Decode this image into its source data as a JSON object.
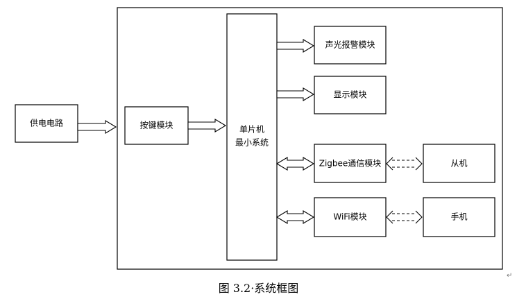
{
  "blocks": {
    "power": "供电电路",
    "keys": "按键模块",
    "mcu_line1": "单片机",
    "mcu_line2": "最小系统",
    "alarm": "声光报警模块",
    "display": "显示模块",
    "zigbee": "Zigbee通信模块",
    "wifi": "WiFi模块",
    "slave": "从机",
    "phone": "手机"
  },
  "caption": "图 3.2·系统框图",
  "paragraph_mark": "↵"
}
